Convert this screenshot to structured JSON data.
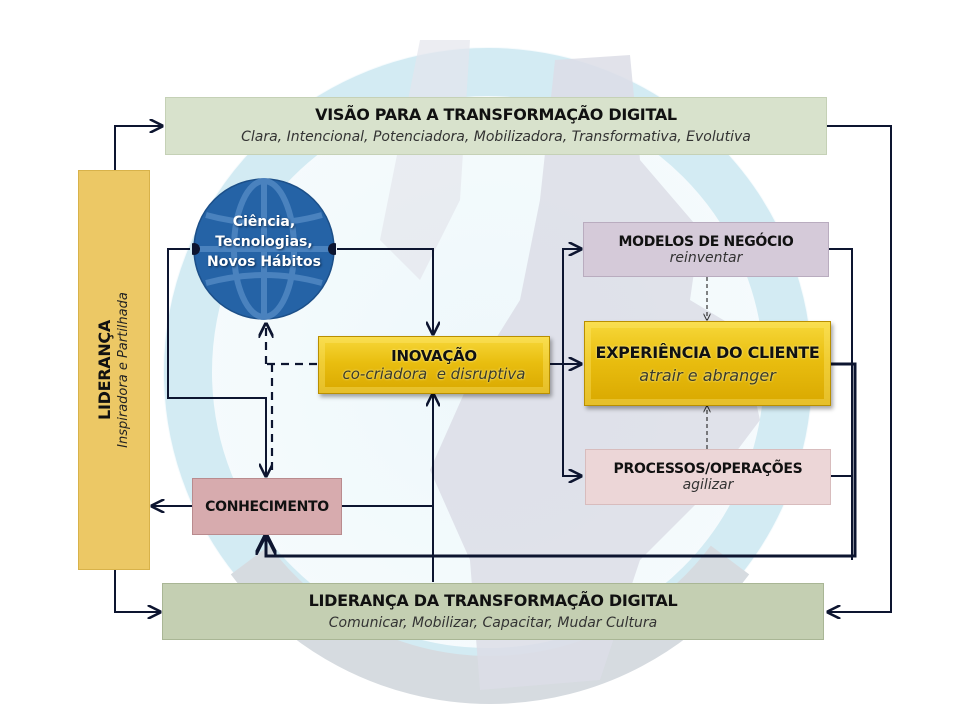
{
  "diagram": {
    "vision": {
      "title": "VISÃO PARA A TRANSFORMAÇÃO DIGITAL",
      "subtitle": "Clara, Intencional, Potenciadora, Mobilizadora, Transformativa, Evolutiva"
    },
    "leadership_side": {
      "title": "LIDERANÇA",
      "subtitle": "Inspiradora e Partilhada"
    },
    "globe": {
      "lines": [
        "Ciência,",
        "Tecnologias,",
        "Novos Hábitos"
      ],
      "icon": "globe-icon"
    },
    "innovation": {
      "title": "INOVAÇÃO",
      "subtitle": "co-criadora  e disruptiva"
    },
    "business_models": {
      "title": "MODELOS DE NEGÓCIO",
      "subtitle": "reinventar"
    },
    "customer_experience": {
      "title": "EXPERIÊNCIA DO CLIENTE",
      "subtitle": "atrair e abranger"
    },
    "processes": {
      "title": "PROCESSOS/OPERAÇÕES",
      "subtitle": "agilizar"
    },
    "knowledge": {
      "title": "CONHECIMENTO"
    },
    "leadership_transformation": {
      "title": "LIDERANÇA DA TRANSFORMAÇÃO DIGITAL",
      "subtitle": "Comunicar, Mobilizar, Capacitar, Mudar Cultura"
    }
  },
  "colors": {
    "connector": "#0d1530",
    "globe_fill": "#2563a6",
    "globe_grid": "#4f86c1",
    "watermark_blue": "#d2ecf5",
    "watermark_gray": "#d9dbe2"
  }
}
